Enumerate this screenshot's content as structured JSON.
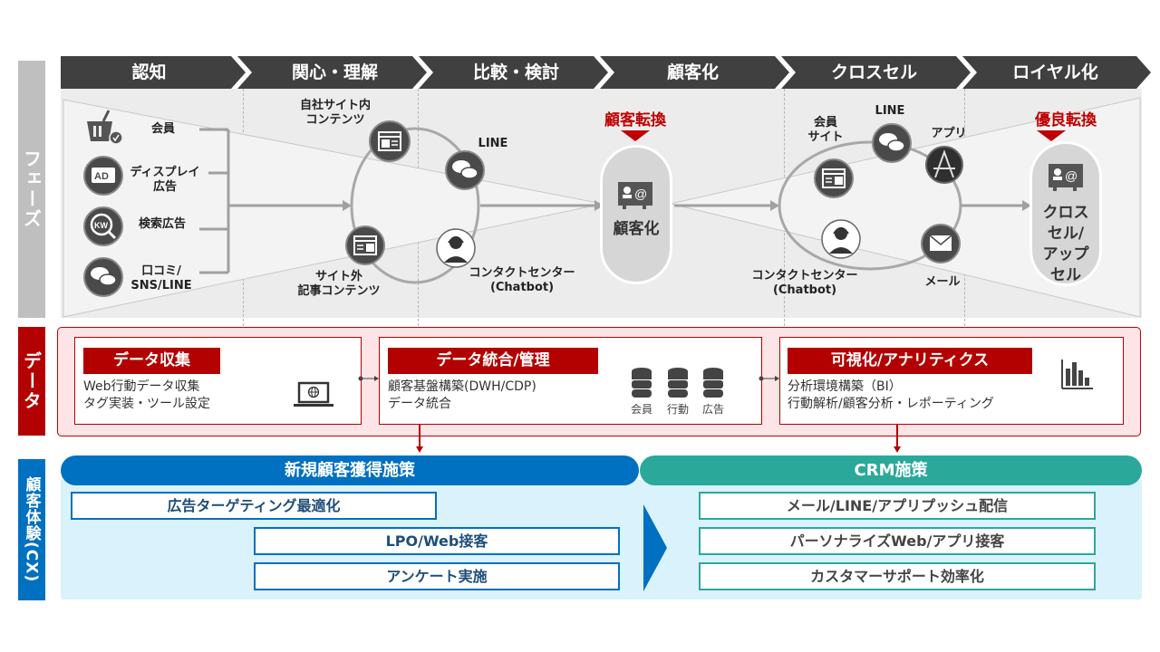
{
  "side_labels": {
    "phase": "フェーズ",
    "data": "データ",
    "cx": "顧客体験(CX)"
  },
  "phases": [
    {
      "label": "認知"
    },
    {
      "label": "関心・理解"
    },
    {
      "label": "比較・検討"
    },
    {
      "label": "顧客化"
    },
    {
      "label": "クロスセル"
    },
    {
      "label": "ロイヤル化"
    }
  ],
  "awareness_channels": [
    {
      "icon": "basket-check-icon",
      "label": "会員"
    },
    {
      "icon": "ad-icon",
      "label": "ディスプレイ\n広告"
    },
    {
      "icon": "keyword-search-icon",
      "label": "検索広告"
    },
    {
      "icon": "chat-bubbles-icon",
      "label": "口コミ/\nSNS/LINE"
    }
  ],
  "interest_cycle": {
    "own_site": "自社サイト内\nコンテンツ",
    "external": "サイト外\n記事コンテンツ",
    "line": "LINE",
    "contact": "コンタクトセンター\n(Chatbot)"
  },
  "conversion": {
    "title": "顧客転換",
    "pill": "顧客化"
  },
  "crosssell_cycle": {
    "member_site": "会員\nサイト",
    "line": "LINE",
    "app": "アプリ",
    "mail": "メール",
    "contact": "コンタクトセンター\n(Chatbot)"
  },
  "loyalty": {
    "title": "優良転換",
    "pill": "クロス\nセル/\nアップ\nセル"
  },
  "data_section": {
    "collect": {
      "title": "データ収集",
      "lines": [
        "Web行動データ収集",
        "タグ実装・ツール設定"
      ]
    },
    "integrate": {
      "title": "データ統合/管理",
      "lines": [
        "顧客基盤構築(DWH/CDP)",
        "データ統合"
      ],
      "db_labels": [
        "会員",
        "行動",
        "広告"
      ]
    },
    "analytics": {
      "title": "可視化/アナリティクス",
      "lines": [
        "分析環境構築（BI）",
        "行動解析/顧客分析・レポーティング"
      ]
    }
  },
  "cx_section": {
    "acquisition": {
      "title": "新規顧客獲得施策",
      "items": [
        "広告ターゲティング最適化",
        "LPO/Web接客",
        "アンケート実施"
      ]
    },
    "crm": {
      "title": "CRM施策",
      "items": [
        "メール/LINE/アプリプッシュ配信",
        "パーソナライズWeb/アプリ接客",
        "カスタマーサポート効率化"
      ]
    }
  },
  "colors": {
    "chevron": "#404040",
    "data_red": "#b30000",
    "accent_red": "#c00000",
    "cx_blue": "#0070c0",
    "cx_teal": "#2aa99b",
    "cx_bg": "#d9f2fb",
    "phase_bg": "#ececec"
  }
}
